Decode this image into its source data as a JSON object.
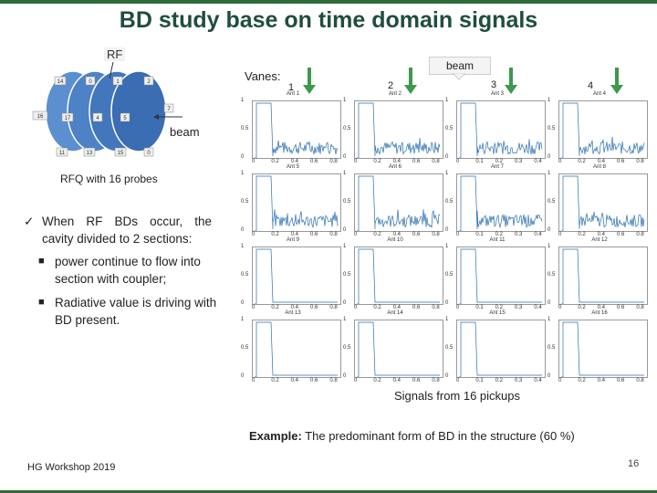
{
  "title": "BD study base on time domain signals",
  "rf_label": "RF",
  "vanes_label": "Vanes:",
  "beam_top_label": "beam",
  "beam_side_label": "beam",
  "vane_numbers": [
    "1",
    "2",
    "3",
    "4"
  ],
  "rfq_caption": "RFQ with 16 probes",
  "probe_numbers": [
    "14",
    "0",
    "1",
    "2",
    "16",
    "17",
    "4",
    "5",
    "7",
    "11",
    "13",
    "15",
    "0"
  ],
  "bullet_main": "When RF BDs occur, the cavity divided to 2 sections:",
  "sub_bullets": [
    "power continue to flow into section with coupler;",
    "Radiative value is driving with BD present."
  ],
  "signals_caption": "Signals from 16 pickups",
  "example_label": "Example:",
  "example_text": " The predominant form of BD in the structure (60 %)",
  "footer_left": "HG Workshop 2019",
  "page_number": "16",
  "panels": {
    "titles": [
      "Ant 1",
      "Ant 2",
      "Ant 3",
      "Ant 4",
      "Ant 5",
      "Ant 6",
      "Ant 7",
      "Ant 8",
      "Ant 9",
      "Ant 10",
      "Ant 11",
      "Ant 12",
      "Ant 13",
      "Ant 14",
      "Ant 15",
      "Ant 16"
    ],
    "yticks": [
      "1",
      "0.5",
      "0"
    ],
    "xticks": [
      [
        "0",
        "0.2",
        "0.4",
        "0.6",
        "0.8"
      ],
      [
        "0",
        "0.2",
        "0.4",
        "0.6",
        "0.8"
      ],
      [
        "0",
        "0.2",
        "0.4",
        "0.6",
        "0.8"
      ],
      [
        "0",
        "0.2",
        "0.4",
        "0.6",
        "0.8"
      ]
    ],
    "xticks_col3": [
      "0",
      "0.1",
      "0.2",
      "0.3",
      "0.4"
    ]
  },
  "colors": {
    "title": "#1f4e3d",
    "accent_line": "#2e6b3a",
    "signal": "#2a6fb0",
    "arrow_green": "#3c9a4a",
    "rfq_blue": "#4a7fc1"
  }
}
